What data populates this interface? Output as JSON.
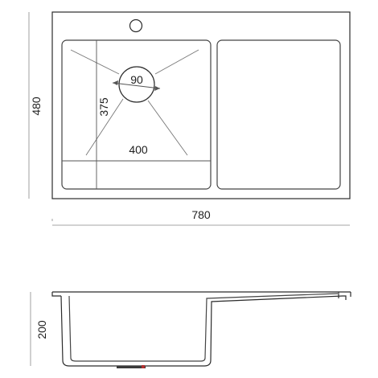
{
  "top_view": {
    "overall_depth_label": "480",
    "overall_width_label": "780",
    "bowl_depth_label": "375",
    "bowl_width_label": "400",
    "drain_diameter_label": "90"
  },
  "side_view": {
    "height_label": "200"
  },
  "colors": {
    "line": "#2b2b2b",
    "drain_accent": "#b03030"
  }
}
